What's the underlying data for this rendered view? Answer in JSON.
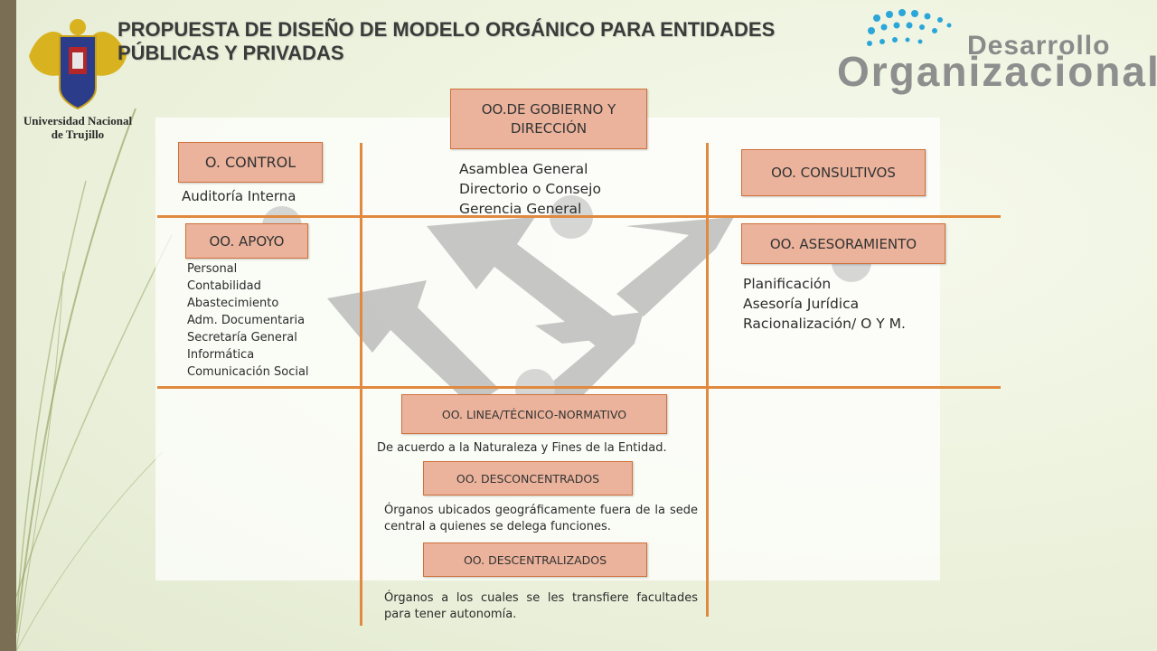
{
  "title": "PROPUESTA DE DISEÑO DE MODELO ORGÁNICO PARA ENTIDADES PÚBLICAS Y PRIVADAS",
  "logos": {
    "university": "Universidad Nacional de Trujillo",
    "brand_line1": "Desarrollo",
    "brand_line2": "Organizacional"
  },
  "colors": {
    "box_fill": "#ebb39c",
    "box_border": "#d0703a",
    "grid_line": "#e0893f",
    "brand_blue": "#2aa6d8"
  },
  "boxes": {
    "gobierno": "OO.DE GOBIERNO Y DIRECCIÓN",
    "control": "O. CONTROL",
    "consultivos": "OO. CONSULTIVOS",
    "apoyo": "OO. APOYO",
    "asesoramiento": "OO. ASESORAMIENTO",
    "linea": "OO. LINEA/TÉCNICO-NORMATIVO",
    "desconcentrados": "OO. DESCONCENTRADOS",
    "descentralizados": "OO. DESCENTRALIZADOS"
  },
  "texts": {
    "control": "Auditoría Interna",
    "gobierno": [
      "Asamblea General",
      "Directorio o Consejo",
      "Gerencia General"
    ],
    "apoyo": [
      "Personal",
      "Contabilidad",
      "Abastecimiento",
      "Adm. Documentaria",
      "Secretaría General",
      "Informática",
      "Comunicación Social"
    ],
    "asesoramiento": [
      "Planificación",
      "Asesoría Jurídica",
      "Racionalización/ O Y M."
    ],
    "linea": "De acuerdo a la Naturaleza y Fines de la Entidad.",
    "desconcentrados": "Órganos ubicados geográficamente fuera de la sede central a quienes se delega funciones.",
    "descentralizados": "Órganos a los cuales se les transfiere facultades para tener autonomía."
  }
}
